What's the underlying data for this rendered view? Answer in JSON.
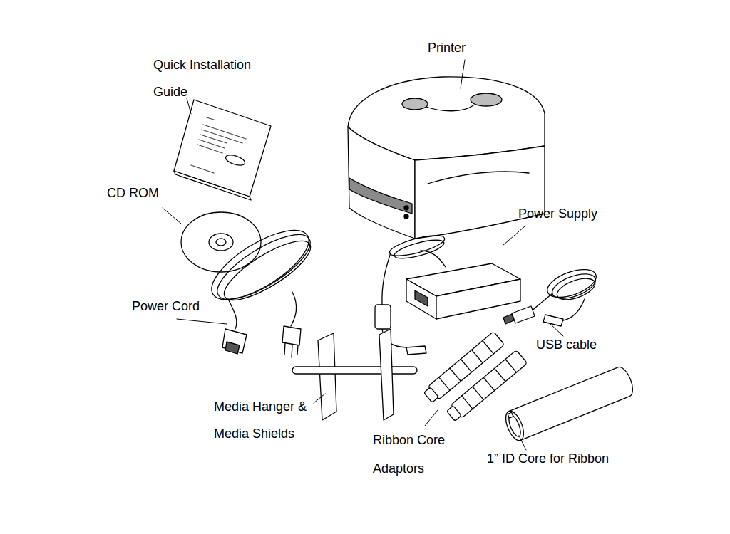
{
  "diagram": {
    "labels": [
      "Quick Installation Guide",
      "Printer",
      "CD ROM",
      "Power Supply",
      "Power Cord",
      "USB cable",
      "Media Hanger & Media Shields",
      "Ribbon Core Adaptors",
      "1” ID Core for Ribbon"
    ]
  }
}
